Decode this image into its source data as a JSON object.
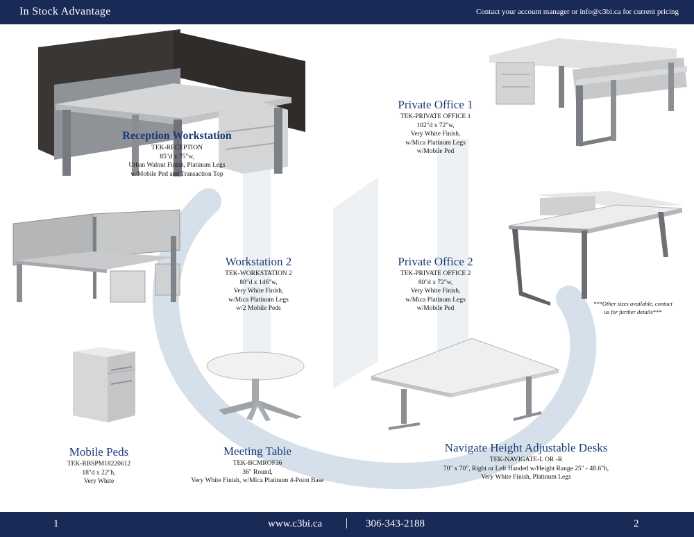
{
  "header": {
    "title": "In Stock Advantage",
    "contact": "Contact your account manager or info@c3bi.ca for current pricing"
  },
  "products": {
    "reception": {
      "name": "Reception Workstation",
      "code": "TEK-RECEPTION",
      "size": "85\"d x 75\"w,",
      "line1": "Urban Walnut Finish, Platinum Legs",
      "line2": "w/Mobile Ped and Transaction Top"
    },
    "private1": {
      "name": "Private Office 1",
      "code": "TEK-PRIVATE OFFICE 1",
      "size": "102\"d x 72\"w,",
      "line1": "Very White Finish,",
      "line2": "w/Mica Platinum Legs",
      "line3": "w/Mobile Ped"
    },
    "workstation2": {
      "name": "Workstation 2",
      "code": "TEK-WORKSTATION 2",
      "size": "80\"d x 146\"w,",
      "line1": "Very White Finish,",
      "line2": "w/Mica Platinum Legs",
      "line3": "w/2 Mobile Peds"
    },
    "private2": {
      "name": "Private Office 2",
      "code": "TEK-PRIVATE OFFICE 2",
      "size": "80\"d x 72\"w,",
      "line1": "Very White Finish,",
      "line2": "w/Mica Platinum Legs",
      "line3": "w/Mobile Ped"
    },
    "peds": {
      "name": "Mobile Peds",
      "code": "TEK-RBSPM18220612",
      "size": "18\"d x 22\"h,",
      "line1": "Very White"
    },
    "meeting": {
      "name": "Meeting Table",
      "code": "TEK-BCMROF36",
      "size": "36\" Round,",
      "line1": "Very White Finish, w/Mica Platinum 4-Point Base"
    },
    "navigate": {
      "name": "Navigate Height Adjustable Desks",
      "code": "TEK-NAVIGATE-L OR -R",
      "size": "70\" x 70\", Right or Left Handed w/Height Range 25\" - 48.6\"h,",
      "line1": "Very White Finish, Platinum Legs"
    }
  },
  "note": {
    "line1": "***Other sizes available, contact",
    "line2": "us for further details***"
  },
  "footer": {
    "page_left": "1",
    "website": "www.c3bi.ca",
    "separator": "|",
    "phone": "306-343-2188",
    "page_right": "2"
  },
  "colors": {
    "navy": "#1a2a57",
    "heading_blue": "#1b3a78",
    "logo_watermark": "#dfe6ee"
  }
}
